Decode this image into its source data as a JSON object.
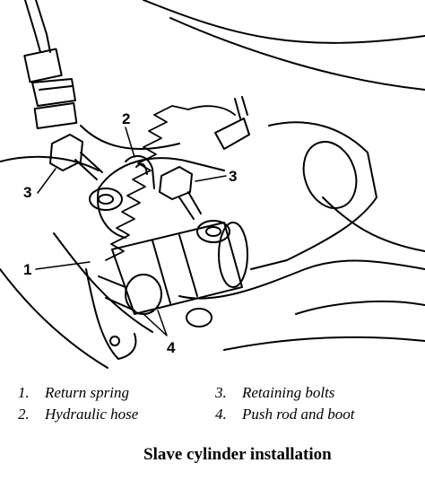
{
  "callouts": [
    {
      "id": "1",
      "text": "1"
    },
    {
      "id": "2",
      "text": "2"
    },
    {
      "id": "3a",
      "text": "3"
    },
    {
      "id": "3b",
      "text": "3"
    },
    {
      "id": "4",
      "text": "4"
    }
  ],
  "legend": [
    {
      "num": "1.",
      "text": "Return spring"
    },
    {
      "num": "2.",
      "text": "Hydraulic hose"
    },
    {
      "num": "3.",
      "text": "Retaining bolts"
    },
    {
      "num": "4.",
      "text": "Push rod and boot"
    }
  ],
  "caption": "Slave cylinder installation"
}
